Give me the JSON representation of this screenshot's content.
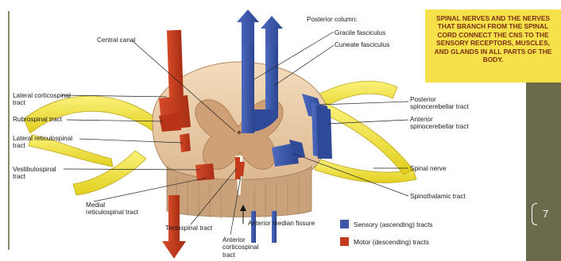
{
  "callout": {
    "text": "SPINAL NERVES AND THE NERVES THAT BRANCH FROM THE SPINAL CORD CONNECT THE CNS TO THE SENSORY RECEPTORS, MUSCLES, AND GLANDS IN ALL PARTS OF THE BODY."
  },
  "labels": {
    "posterior_column": "Posterior column:",
    "gracile": "Gracile fasciculus",
    "cuneate": "Cuneate fasciculus",
    "central_canal": "Central canal",
    "lateral_corticospinal": "Lateral corticospinal\ntract",
    "rubrospinal": "Rubrospinal tract",
    "lateral_reticulospinal": "Lateral reticulospinal\ntract",
    "vestibulospinal": "Vestibulospinal\ntract",
    "medial_reticulospinal": "Medial\nreticulospinal tract",
    "tectospinal": "Tectospinal tract",
    "anterior_corticospinal": "Anterior\ncorticospinal\ntract",
    "anterior_median_fissure": "Anterior median fissure",
    "posterior_spinocerebellar": "Posterior\nspinocerebellar tract",
    "anterior_spinocerebellar": "Anterior\nspinocerebellar tract",
    "spinal_nerve": "Spinal nerve",
    "spinothalamic": "Spinothalamic tract"
  },
  "legend": {
    "sensory": "Sensory (ascending) tracts",
    "motor": "Motor (descending) tracts"
  },
  "colors": {
    "sensory": "#3b57a8",
    "motor": "#c43a1c",
    "nerve": "#f2e23a",
    "white_matter": "#f1d6b4",
    "gray_matter": "#c99a72",
    "callout_bg": "#f7e14a",
    "sidebar": "#6b6a4a"
  },
  "page_number": "7"
}
